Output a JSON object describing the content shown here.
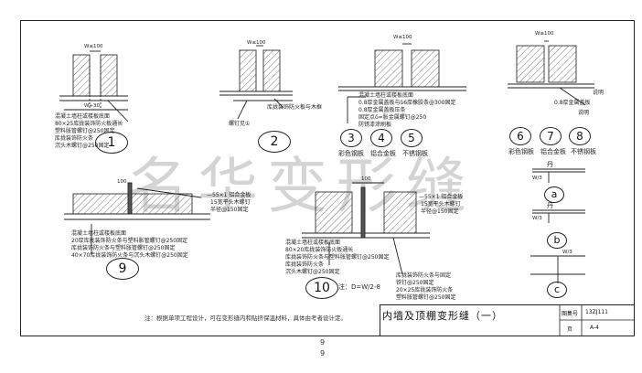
{
  "watermark": "名华变形缝",
  "title_block": {
    "title": "内墙及顶棚变形缝（一）",
    "atlas_no_label": "图集号",
    "atlas_no": "13ZJ111",
    "page_label": "页",
    "page": "A-4"
  },
  "note": "注：根据单项工程设计，可在变形缝内和贴挤保温材料，具体由考者设计定。",
  "page_number": "9",
  "page_number_bottom": "9",
  "dimensions": {
    "w100_a": "W≤100",
    "w100_b": "W≤100",
    "w100_c": "W≤100",
    "w100_d": "W≤100",
    "w30": "W+30",
    "w100_e": "100",
    "w100_f": "100",
    "w3_a": "W/3",
    "w3_b": "W/3",
    "w3_c": "W/3",
    "dw": "注：D=W/2-8"
  },
  "details": {
    "d1": {
      "label": "1",
      "texts": [
        "混凝土墙柱或楼板底面",
        "80×25库拢装饰防火板通长",
        "塑料胀管螺钉@250固定",
        "库拢装饰防火条",
        "沉头木螺钉@250固定"
      ]
    },
    "d2": {
      "label": "2",
      "texts": [
        "库拢装饰防火板与木框",
        "螺钉见①"
      ]
    },
    "d3_5": {
      "texts": [
        "混凝土墙柱或楼板底面",
        "0.8厚金属盖板与δ6厚橡胶条@300固定",
        "0.8厚金属盖板压条",
        "固定点δ=胀金属螺钉@250",
        "防锈漆涂刷板"
      ],
      "labels": [
        "3",
        "4",
        "5"
      ],
      "captions": [
        "彩色钢板",
        "铝合金板",
        "不锈钢板"
      ]
    },
    "d6_8": {
      "labels": [
        "6",
        "7",
        "8"
      ],
      "captions": [
        "彩色钢板",
        "铝合金板",
        "不锈钢板"
      ],
      "texts": [
        "说明",
        "0.8厚金属盖板",
        "说明"
      ]
    },
    "d9": {
      "label": "9",
      "texts": [
        "—55×1 铝合金板",
        "15宽平头木螺钉",
        "半径@150固定",
        "混凝土墙柱或楼板底面",
        "20厚库拢装饰防火条与塑料胀管螺钉@250固定",
        "库拢装饰防火条与塑料胀管螺钉@250固定",
        "40×70库拢装饰防火条与沉头木螺钉@250固定"
      ]
    },
    "d10": {
      "label": "10",
      "texts": [
        "—55×1 铝合金板",
        "15宽平头木螺钉",
        "半径@150固定",
        "混凝土墙柱或楼板底面",
        "80×20库拢装饰防火板通长",
        "库拢装饰防火条与塑料胀管螺钉@250固定",
        "库拢装饰防火条",
        "沉头木螺钉@250固定",
        "库拢装饰防火条与固定",
        "铁钉@250固定",
        "20×25库拢装饰防火条",
        "塑料胀管螺钉@250固定"
      ]
    },
    "small": {
      "labels": [
        "a",
        "b",
        "c"
      ],
      "caption_a": "丹",
      "caption_b": "丹"
    }
  }
}
